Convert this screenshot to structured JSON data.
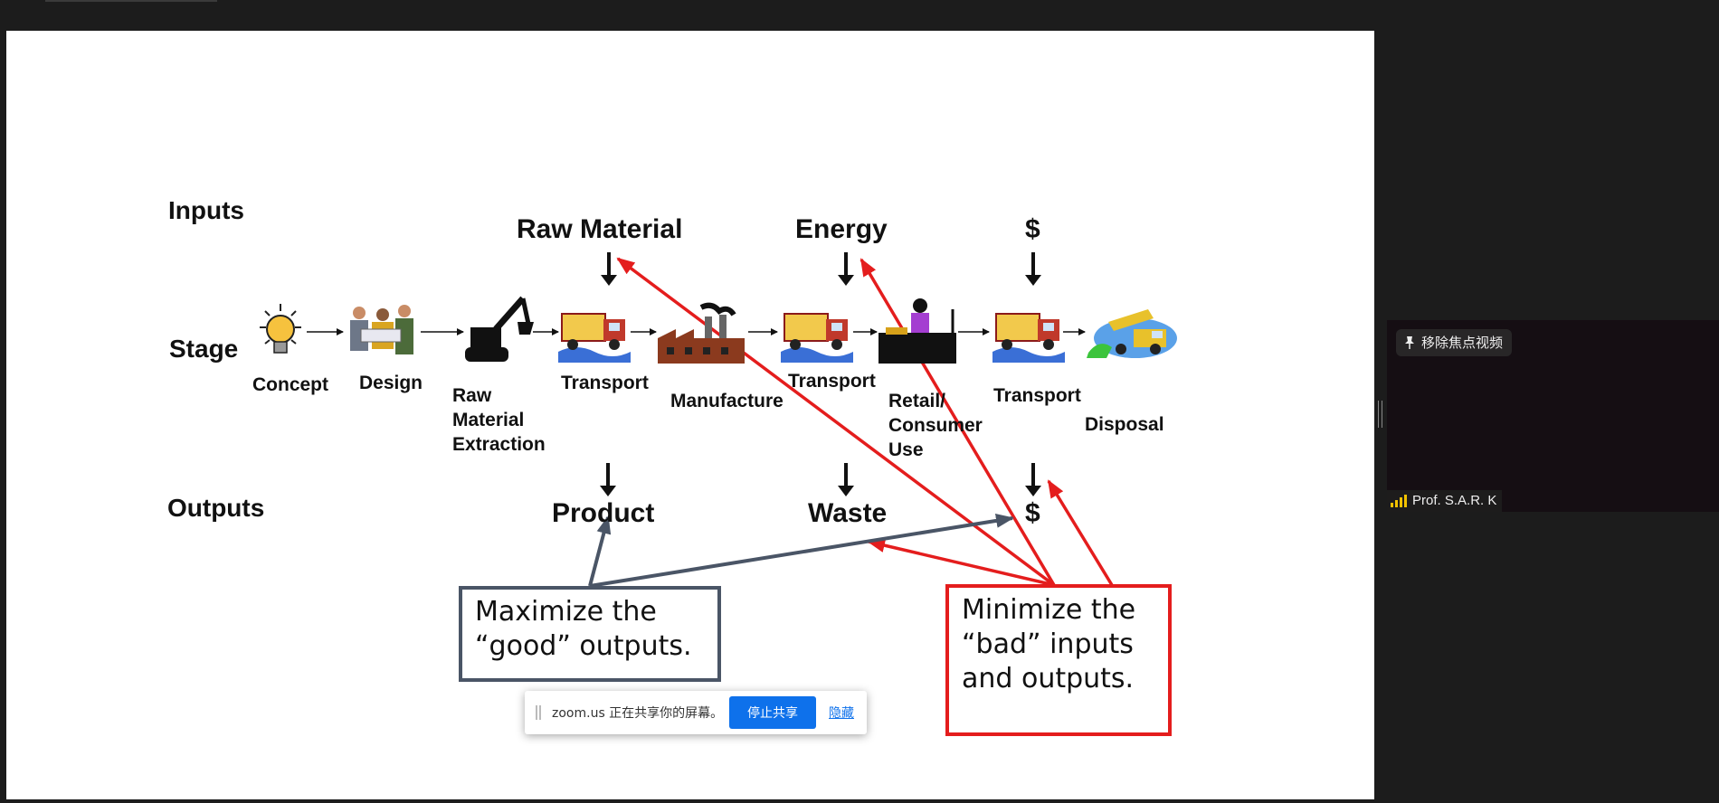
{
  "slide": {
    "row_labels": {
      "inputs": "Inputs",
      "stage": "Stage",
      "outputs": "Outputs"
    },
    "inputs": [
      "Raw Material",
      "Energy",
      "$"
    ],
    "stages": [
      {
        "label": "Concept",
        "icon": "lightbulb-icon"
      },
      {
        "label": "Design",
        "icon": "people-icon"
      },
      {
        "label_lines": [
          "Raw",
          "Material",
          "Extraction"
        ],
        "icon": "excavator-icon"
      },
      {
        "label": "Transport",
        "icon": "truck-icon"
      },
      {
        "label": "Manufacture",
        "icon": "factory-icon"
      },
      {
        "label": "Transport",
        "icon": "truck-icon"
      },
      {
        "label_lines": [
          "Retail/",
          "Consumer",
          "Use"
        ],
        "icon": "shopper-icon"
      },
      {
        "label": "Transport",
        "icon": "truck-icon"
      },
      {
        "label": "Disposal",
        "icon": "dump-truck-icon"
      }
    ],
    "outputs": [
      "Product",
      "Waste",
      "$"
    ],
    "good_box": [
      "Maximize the",
      "“good” outputs."
    ],
    "bad_box": [
      "Minimize the",
      "“bad” inputs",
      "and outputs."
    ],
    "colors": {
      "red_arrow": "#e41d1d",
      "gray_arrow": "#4a5566"
    }
  },
  "share_toast": {
    "message": "zoom.us 正在共享你的屏幕。",
    "stop_button": "停止共享",
    "hide_link": "隐藏"
  },
  "video_panel": {
    "unpin_label": "移除焦点视频",
    "participant_name": "Prof. S.A.R. K",
    "accent": "#f2c200"
  }
}
